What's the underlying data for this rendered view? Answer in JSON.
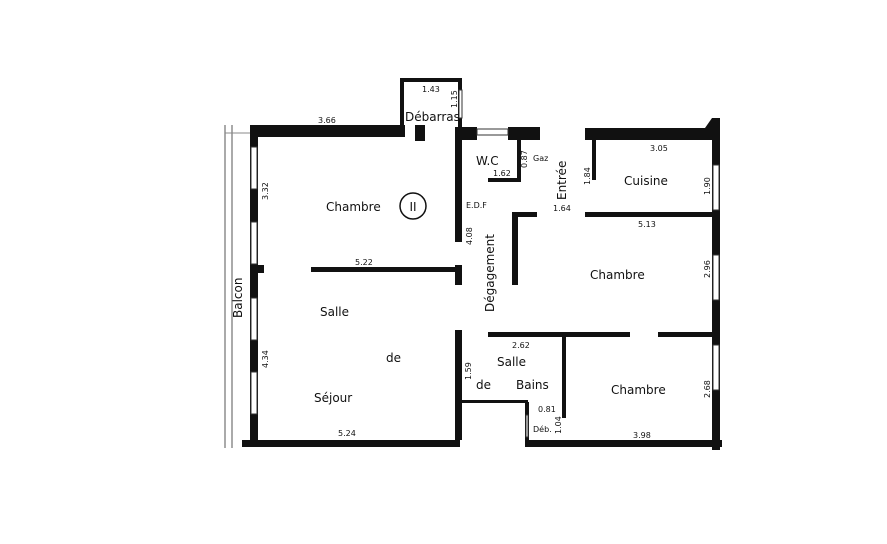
{
  "plan": {
    "rooms": {
      "chambre_1": "Chambre",
      "chambre_number": "II",
      "salle": "Salle",
      "de": "de",
      "sejour": "Séjour",
      "balcon": "Balcon",
      "debarras": "Débarras",
      "wc": "W.C",
      "gaz": "Gaz",
      "edf": "E.D.F",
      "entree": "Entrée",
      "cuisine": "Cuisine",
      "degagement": "Dégagement",
      "chambre_2": "Chambre",
      "chambre_3": "Chambre",
      "sdb_salle": "Salle",
      "sdb_de": "de",
      "sdb_bains": "Bains",
      "deb": "Déb."
    },
    "dimensions": {
      "d366": "3.66",
      "d143": "1.43",
      "d115": "1.15",
      "d332": "3.32",
      "d522": "5.22",
      "d434": "4.34",
      "d524": "5.24",
      "d408": "4.08",
      "d162": "1.62",
      "d087": "0.87",
      "d164": "1.64",
      "d184": "1.84",
      "d305": "3.05",
      "d190": "1.90",
      "d513": "5.13",
      "d296": "2.96",
      "d262": "2.62",
      "d159": "1.59",
      "d081": "0.81",
      "d104": "1.04",
      "d268": "2.68",
      "d398": "3.98"
    }
  }
}
